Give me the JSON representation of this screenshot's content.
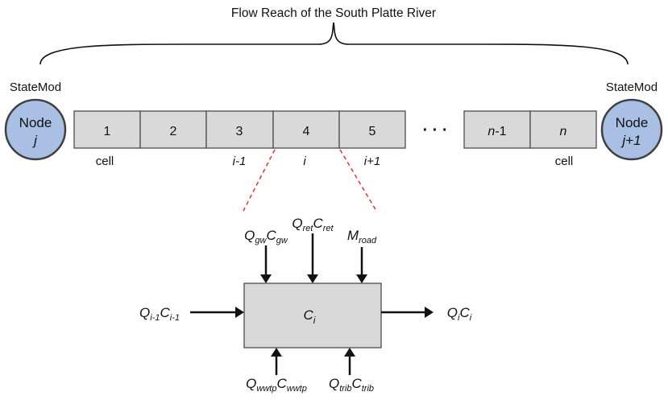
{
  "title": "Flow Reach of the South Platte River",
  "nodes": {
    "left": {
      "top_label": "StateMod",
      "line1": "Node",
      "line2": "j"
    },
    "right": {
      "top_label": "StateMod",
      "line1": "Node",
      "line2": "j+1"
    }
  },
  "cells": [
    {
      "label": "1"
    },
    {
      "label": "2"
    },
    {
      "label": "3"
    },
    {
      "label": "4"
    },
    {
      "label": "5"
    },
    {
      "label_var": "n",
      "label_suffix": "-1"
    },
    {
      "label_var": "n",
      "label_suffix": ""
    }
  ],
  "ellipsis": "· · ·",
  "cell_labels": {
    "left": "cell",
    "right": "cell"
  },
  "index_labels": [
    "i-1",
    "i",
    "i+1"
  ],
  "control_volume": {
    "main": "C",
    "sub": "i"
  },
  "inflows_top": [
    {
      "parts": [
        {
          "t": "Q",
          "s": "gw"
        },
        {
          "t": "C",
          "s": "gw"
        }
      ]
    },
    {
      "parts": [
        {
          "t": "Q",
          "s": "ret"
        },
        {
          "t": "C",
          "s": "ret"
        }
      ]
    },
    {
      "parts": [
        {
          "t": "M",
          "s": "road"
        }
      ]
    }
  ],
  "inflows_bottom": [
    {
      "parts": [
        {
          "t": "Q",
          "s": "wwtp"
        },
        {
          "t": "C",
          "s": "wwtp"
        }
      ]
    },
    {
      "parts": [
        {
          "t": "Q",
          "s": "trib"
        },
        {
          "t": "C",
          "s": "trib"
        }
      ]
    }
  ],
  "inflow_left": {
    "parts": [
      {
        "t": "Q",
        "s": "i-1"
      },
      {
        "t": "C",
        "s": "i-1"
      }
    ]
  },
  "outflow_right": {
    "parts": [
      {
        "t": "Q",
        "s": "i"
      },
      {
        "t": "C",
        "s": "i"
      }
    ]
  },
  "colors": {
    "cell_fill": "#d9d9d9",
    "node_fill": "#a9bfe3",
    "outline": "#404040",
    "leader": "#e8332a"
  }
}
